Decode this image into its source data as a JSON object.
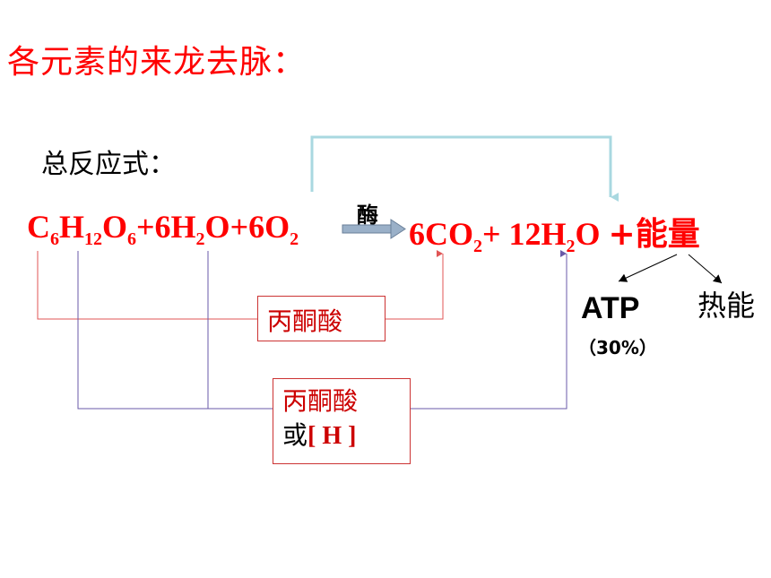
{
  "title": "各元素的来龙去脉：",
  "subtitle": "总反应式：",
  "equation": {
    "reactants": {
      "c": "C",
      "c_sub": "6",
      "h": "H",
      "h_sub": "12",
      "o": "O",
      "o_sub": "6",
      "water": "+6H",
      "water_sub": "2",
      "water_o": "O",
      "oxygen": "+6O",
      "oxygen_sub": "2"
    },
    "enzyme": "酶",
    "products": {
      "co2": "6CO",
      "co2_sub": "2",
      "water": "+ 12H",
      "water_sub": "2",
      "water_o": "O",
      "energy": "+能量"
    }
  },
  "boxes": {
    "pyruvate": "丙酮酸",
    "pyruvate_or_h_line1": "丙酮酸",
    "pyruvate_or_h_or": "或",
    "pyruvate_or_h_h": "[ H ]"
  },
  "energy_split": {
    "atp": "ATP",
    "atp_pct": "（30%）",
    "heat": "热能"
  },
  "colors": {
    "title": "#ff0000",
    "equation": "#ff0000",
    "red_line": "#e05555",
    "purple_line": "#6a5aa8",
    "cyan_line": "#a9d8e0",
    "arrow_fill": "#9ab0c8"
  }
}
